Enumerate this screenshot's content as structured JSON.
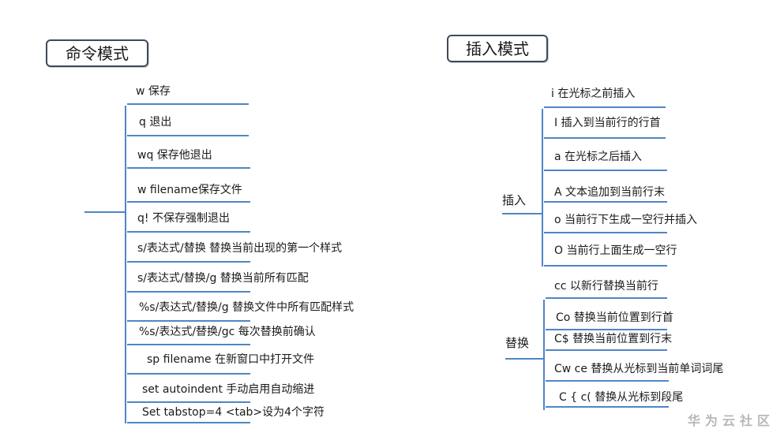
{
  "left": {
    "title": "命令模式",
    "items": [
      {
        "label": "w   保存"
      },
      {
        "label": "q  退出"
      },
      {
        "label": "wq  保存他退出"
      },
      {
        "label": "w filename保存文件"
      },
      {
        "label": "q!  不保存强制退出"
      },
      {
        "label": "s/表达式/替换  替换当前出现的第一个样式"
      },
      {
        "label": "s/表达式/替换/g 替换当前所有匹配"
      },
      {
        "label": "%s/表达式/替换/g 替换文件中所有匹配样式"
      },
      {
        "label": "%s/表达式/替换/gc 每次替换前确认"
      },
      {
        "label": "sp filename 在新窗口中打开文件"
      },
      {
        "label": "set autoindent 手动启用自动缩进"
      },
      {
        "label": "Set tabstop=4 <tab>设为4个字符"
      }
    ]
  },
  "right": {
    "title": "插入模式",
    "insert_group": {
      "label": "插入",
      "items": [
        {
          "label": "i  在光标之前插入"
        },
        {
          "label": "I  插入到当前行的行首"
        },
        {
          "label": "a 在光标之后插入"
        },
        {
          "label": "A 文本追加到当前行末"
        },
        {
          "label": "o  当前行下生成一空行并插入"
        },
        {
          "label": "O 当前行上面生成一空行"
        }
      ]
    },
    "replace_group": {
      "label": "替换",
      "items": [
        {
          "label": "cc 以新行替换当前行"
        },
        {
          "label": "Co 替换当前位置到行首"
        },
        {
          "label": "C$ 替换当前位置到行末"
        },
        {
          "label": "Cw ce 替换从光标到当前单词词尾"
        },
        {
          "label": "C { c( 替换从光标到段尾"
        }
      ]
    }
  },
  "watermark": "华为云社区",
  "colors": {
    "connector": "#4f86c6",
    "box_border": "#3f4a5a"
  }
}
